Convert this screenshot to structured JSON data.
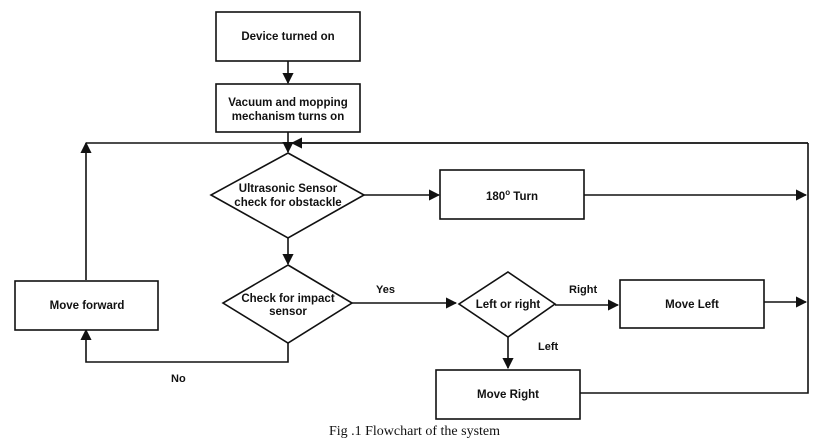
{
  "nodes": {
    "device_on": "Device turned on",
    "vacuum_line1": "Vacuum and mopping",
    "vacuum_line2": "mechanism turns on",
    "ultrasonic_line1": "Ultrasonic Sensor",
    "ultrasonic_line2": "check for obstackle",
    "turn_value": "180",
    "turn_degree": "o",
    "turn_word": " Turn",
    "impact_line1": "Check for impact",
    "impact_line2": "sensor",
    "left_or_right": "Left or right",
    "move_left": "Move Left",
    "move_right": "Move Right",
    "move_forward": "Move forward"
  },
  "edge_labels": {
    "yes": "Yes",
    "no": "No",
    "right": "Right",
    "left": "Left"
  },
  "caption": "Fig .1 Flowchart of the system"
}
